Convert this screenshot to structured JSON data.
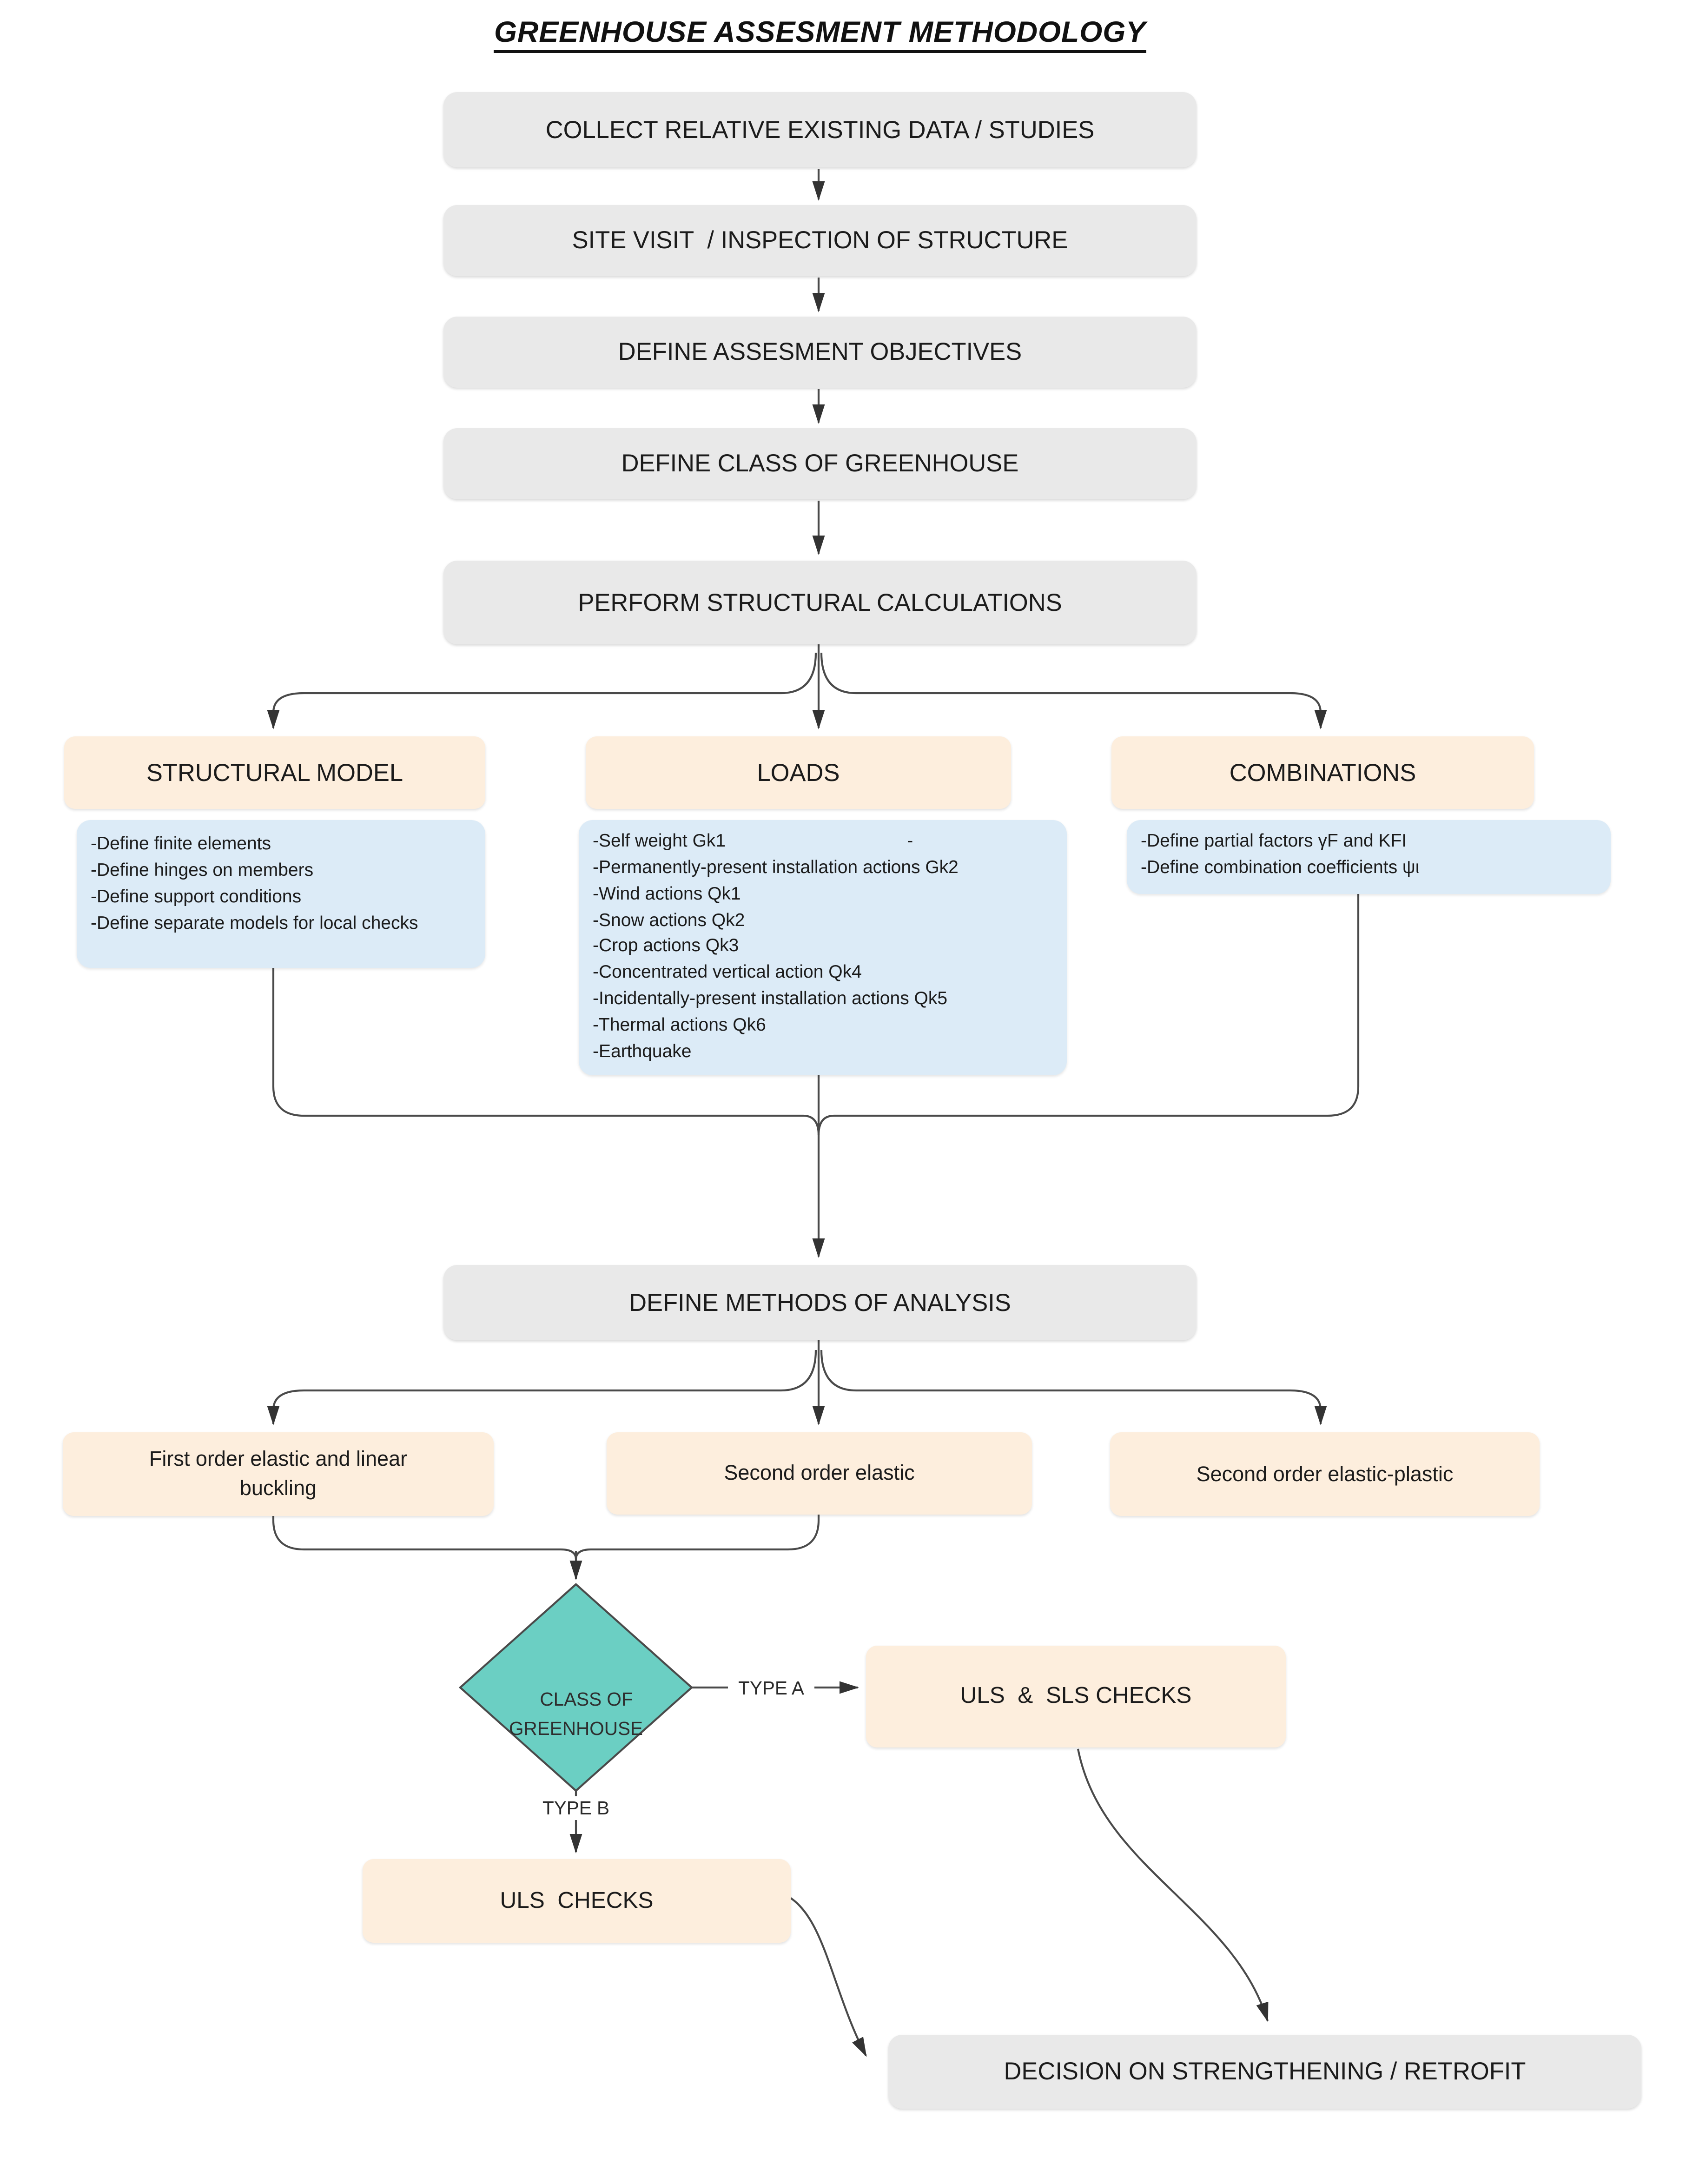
{
  "title": "GREENHOUSE ASSESMENT METHODOLOGY",
  "process_steps": {
    "collect": "COLLECT RELATIVE EXISTING DATA / STUDIES",
    "site_visit": "SITE VISIT  / INSPECTION OF STRUCTURE",
    "objectives": "DEFINE ASSESMENT OBJECTIVES",
    "greenhouse_class": "DEFINE CLASS OF GREENHOUSE",
    "calculations": "PERFORM STRUCTURAL CALCULATIONS",
    "methods_of_analysis": "DEFINE METHODS OF ANALYSIS",
    "final_decision": "DECISION ON STRENGTHENING / RETROFIT"
  },
  "calculation_branches": {
    "structural_model": {
      "title": "STRUCTURAL MODEL",
      "items": [
        "-Define finite elements",
        "-Define hinges on members",
        "-Define support conditions",
        "-Define separate models for local checks"
      ]
    },
    "loads": {
      "title": "LOADS",
      "items": [
        "-Self weight Gk1                                    -",
        "-Permanently-present installation actions Gk2",
        "-Wind actions Qk1",
        "-Snow actions Qk2",
        "-Crop actions Qk3",
        "-Concentrated vertical action Qk4",
        "-Incidentally-present installation actions Qk5",
        "-Thermal actions Qk6",
        "-Earthquake"
      ]
    },
    "combinations": {
      "title": "COMBINATIONS",
      "items": [
        "-Define partial factors γF and KFI",
        "-Define combination coefficients ψι"
      ]
    }
  },
  "analysis_methods": {
    "first_order": "First order elastic and linear buckling",
    "second_order_elastic": "Second order elastic",
    "second_order_elastic_plastic": "Second order elastic-plastic"
  },
  "decision_diamond": {
    "lines": [
      "CLASS OF",
      "GREENHOUSE"
    ]
  },
  "edge_labels": {
    "type_a": "TYPE A",
    "type_b": "TYPE B"
  },
  "checks": {
    "uls_sls": "ULS  &  SLS CHECKS",
    "uls_only": "ULS  CHECKS"
  },
  "colors": {
    "process_fill": "#e9e9e9",
    "branch_fill": "#fdeedd",
    "detail_fill": "#dcebf7",
    "decision_fill": "#6bcfc3",
    "line": "#4a4a4a"
  }
}
